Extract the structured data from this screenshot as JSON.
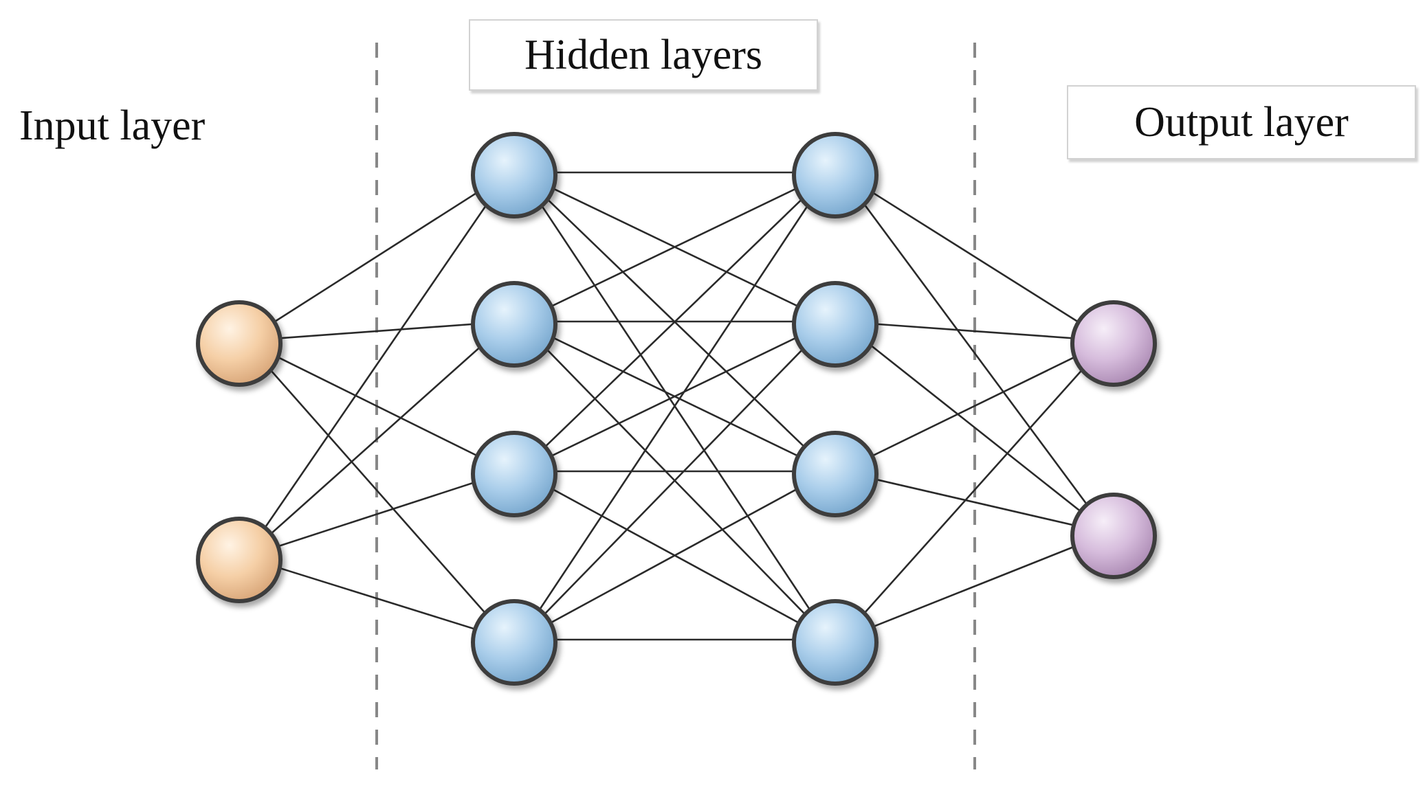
{
  "labels": {
    "input": "Input layer",
    "hidden": "Hidden layers",
    "output": "Output layer"
  },
  "layers": [
    {
      "name": "input",
      "nodes": 2,
      "color": "#f5cfa6"
    },
    {
      "name": "hidden-1",
      "nodes": 4,
      "color": "#a9cdea"
    },
    {
      "name": "hidden-2",
      "nodes": 4,
      "color": "#a9cdea"
    },
    {
      "name": "output",
      "nodes": 2,
      "color": "#d6bcdc"
    }
  ],
  "colors": {
    "edge": "#2a2a2a",
    "node_stroke": "#3d3d3d",
    "divider": "#888888"
  }
}
